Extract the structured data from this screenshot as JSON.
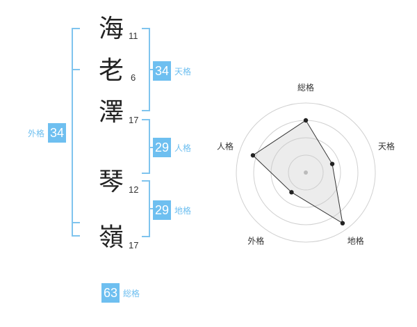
{
  "characters": [
    {
      "char": "海",
      "strokes": "11"
    },
    {
      "char": "老",
      "strokes": "6"
    },
    {
      "char": "澤",
      "strokes": "17"
    },
    {
      "char": "琴",
      "strokes": "12"
    },
    {
      "char": "嶺",
      "strokes": "17"
    }
  ],
  "fortunes": {
    "tenkaku": {
      "value": "34",
      "label": "天格"
    },
    "jinkaku": {
      "value": "29",
      "label": "人格"
    },
    "chikaku": {
      "value": "29",
      "label": "地格"
    },
    "gaikaku": {
      "value": "34",
      "label": "外格"
    },
    "soukaku": {
      "value": "63",
      "label": "総格"
    }
  },
  "chart_data": {
    "type": "radar",
    "axes": [
      "総格",
      "天格",
      "地格",
      "外格",
      "人格"
    ],
    "values": [
      0.75,
      0.4,
      0.9,
      0.35,
      0.8
    ],
    "max": 1,
    "rings": 4
  }
}
